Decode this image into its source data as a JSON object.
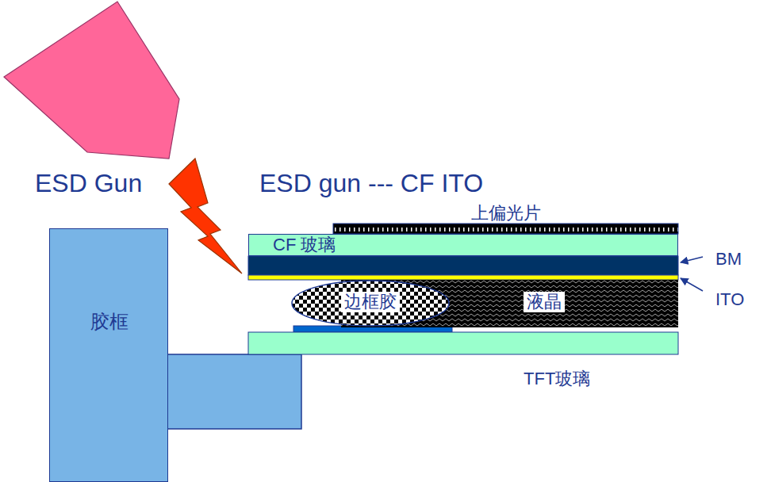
{
  "diagram": {
    "title": "ESD gun --- CF ITO",
    "nodes": [
      {
        "text": [
          "ESD Gun"
        ]
      },
      {
        "text": [
          "胶框"
        ]
      },
      {
        "text": [
          "上偏光片"
        ]
      },
      {
        "text": [
          "CF 玻璃"
        ]
      },
      {
        "text": [
          "边框胶"
        ]
      },
      {
        "text": [
          "液晶"
        ]
      },
      {
        "text": [
          "TFT玻璃"
        ]
      }
    ],
    "labels": [
      "BM",
      "ITO"
    ]
  }
}
